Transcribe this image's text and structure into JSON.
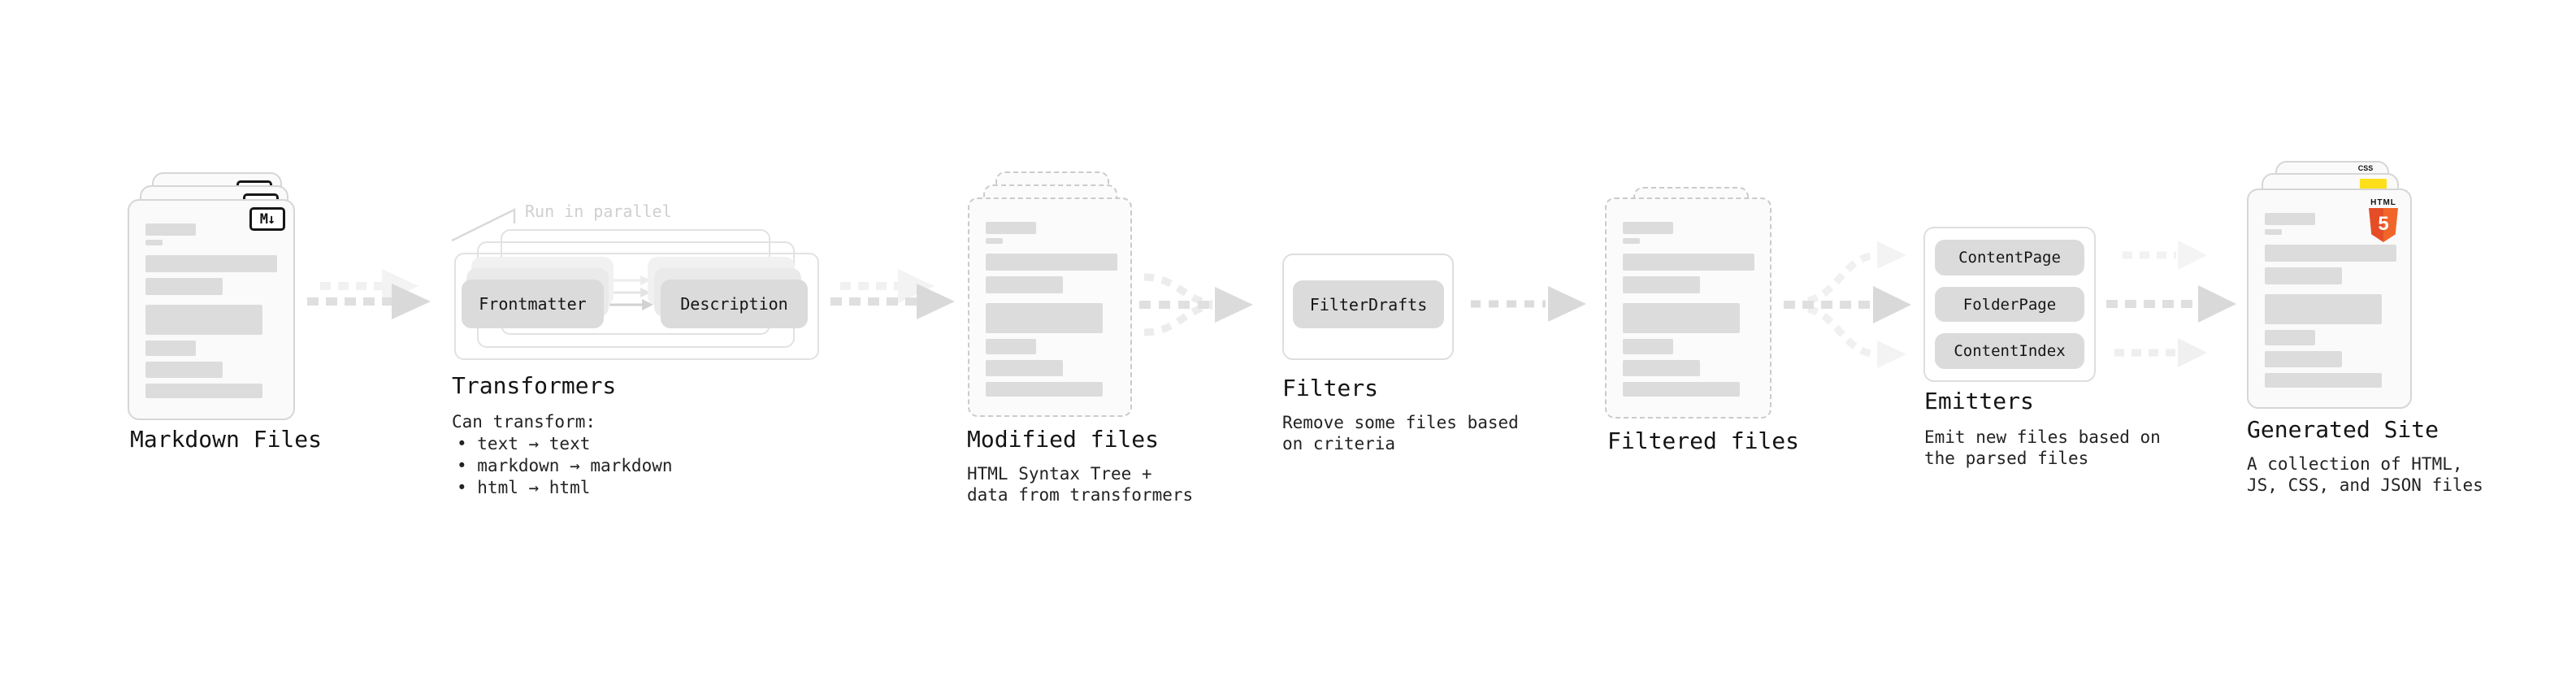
{
  "sections": {
    "markdown_files": {
      "label": "Markdown Files",
      "file_icon": "M↓"
    },
    "transformers": {
      "annotation": "Run in parallel",
      "pill_left": "Frontmatter",
      "pill_right": "Description",
      "label": "Transformers",
      "sub_label": "Can transform:",
      "bullets": [
        "• text → text",
        "• markdown → markdown",
        "• html → html"
      ]
    },
    "modified_files": {
      "label": "Modified files",
      "description_lines": [
        "HTML Syntax Tree +",
        "data from transformers"
      ]
    },
    "filters": {
      "pill": "FilterDrafts",
      "label": "Filters",
      "description_lines": [
        "Remove some files based",
        "on criteria"
      ]
    },
    "filtered_files": {
      "label": "Filtered files"
    },
    "emitters": {
      "pills": [
        "ContentPage",
        "FolderPage",
        "ContentIndex"
      ],
      "label": "Emitters",
      "description_lines": [
        "Emit new files based on",
        "the parsed files"
      ]
    },
    "generated_site": {
      "label": "Generated Site",
      "description_lines": [
        "A collection of HTML,",
        "JS, CSS, and JSON files"
      ],
      "badge_css": "CSS",
      "badge_html_text": "HTML",
      "badge_html_number": "5"
    }
  },
  "colors": {
    "card_border": "#d6d6d6",
    "bar_fill": "#dcdcdc",
    "pill_fill": "#dbdbdb",
    "arrow_dark": "#dedede",
    "arrow_light": "#f1f1f1",
    "html5_orange": "#e44d26",
    "js_yellow": "#ffdf1b",
    "css_blue": "#2b63e8",
    "text": "#141414",
    "muted_annotation": "#cfcfcf"
  }
}
